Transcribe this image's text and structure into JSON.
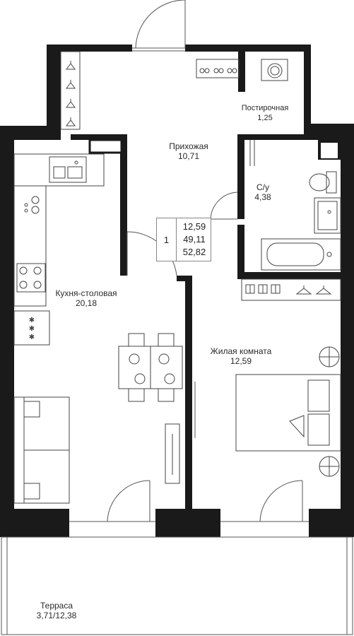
{
  "rooms": {
    "storage": {
      "name": "Постирочная",
      "area": "1,25"
    },
    "hallway": {
      "name": "Прихожая",
      "area": "10,71"
    },
    "bathroom": {
      "name": "С/у",
      "area": "4,38"
    },
    "kitchen": {
      "name": "Кухня-столовая",
      "area": "20,18"
    },
    "living": {
      "name": "Жилая комната",
      "area": "12,59"
    },
    "terrace": {
      "name": "Терраса",
      "area": "3,71/12,38"
    }
  },
  "summary": {
    "rooms_count": "1",
    "living_area": "12,59",
    "total_area": "49,11",
    "total_with_terrace": "52,82"
  },
  "colors": {
    "wall": "#1a1a1a",
    "line": "#555555",
    "background": "#ffffff"
  }
}
